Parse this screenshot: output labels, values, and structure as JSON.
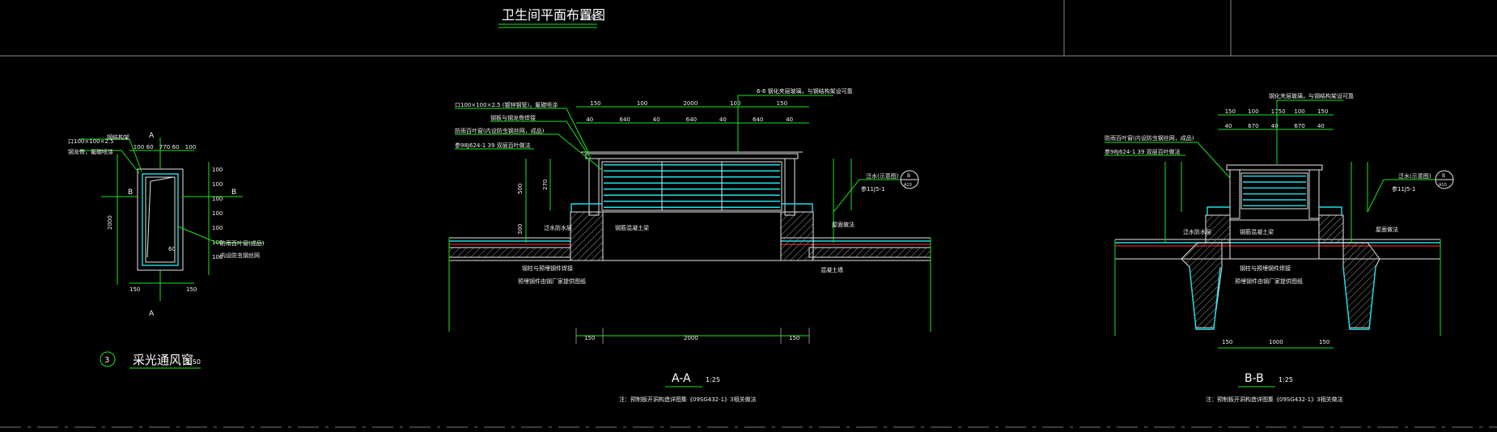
{
  "colors": {
    "background": "#000000",
    "line_green": "#19e619",
    "line_cyan": "#1fe0e8",
    "line_white": "#e6e6e6",
    "line_red": "#e02020"
  },
  "header": {
    "title": "卫生间平面布置图",
    "title_scale": "1:50"
  },
  "detail3": {
    "number": "3",
    "title": "采光通风窗",
    "scale": "1:50",
    "section_a_top": "A",
    "section_a_bottom": "A",
    "section_b_left": "B",
    "section_b_right": "B",
    "note_frame": "口100×100×2.5",
    "note_frame2": "钢结构架",
    "note_steel": "钢龙骨，氟碳喷涂",
    "note_louver1": "防雨百叶窗(成品)",
    "note_louver2": "内设防虫钢丝网",
    "dims_top": [
      "100",
      "60",
      "770",
      "60",
      "100"
    ],
    "dim_left": "2000",
    "dims_bottom": [
      "150",
      "",
      "150"
    ],
    "dims_right": [
      "100",
      "100",
      "100",
      "100",
      "100",
      "100",
      "100"
    ],
    "dim_inner": "60"
  },
  "sectionAA": {
    "label": "A-A",
    "scale": "1:25",
    "note_bottom": "注：预制板开洞构造详图集《09SG432-1》3相关做法",
    "dims_top1": [
      "150",
      "100",
      "2000",
      "100",
      "150"
    ],
    "dims_top2": [
      "40",
      "640",
      "40",
      "640",
      "40",
      "640",
      "40"
    ],
    "dims_bottom": [
      "150",
      "2000",
      "150"
    ],
    "dims_left": [
      "500",
      "270",
      "300"
    ],
    "callout_top_right": "6-6  钢化夹层玻璃，与钢结构架设可靠",
    "note_frame": "口100×100×2.5    (镀锌钢管)，氟碳喷涂",
    "note_steel": "钢板与钢龙骨焊接",
    "note_louver": "防雨百叶窗(内设防虫钢丝网，成品)",
    "note_ref": "参98J624-1    39 双层百叶做法",
    "note_waterproof": "混凝土墙",
    "note_side_left": "泛水防水层",
    "note_flashing": "钢筋混凝土梁",
    "note_bottom1": "钢柱与预埋钢件焊接",
    "note_bottom2": "预埋钢件由钢厂家提供图纸",
    "note_roof": "屋面做法",
    "circle_ref_top": "B",
    "circle_ref_bottom": "A10",
    "circle_text1": "泛水(示意图)",
    "circle_text2": "参11J5-1"
  },
  "sectionBB": {
    "label": "B-B",
    "scale": "1:25",
    "note_bottom": "注：预制板开洞构造详图集《09SG432-1》3相关做法",
    "dims_top1": [
      "150",
      "100",
      "1750",
      "100",
      "150"
    ],
    "dims_top2": [
      "40",
      "670",
      "40",
      "670",
      "40"
    ],
    "dims_bottom": [
      "150",
      "1000",
      "150"
    ],
    "callout_top": "钢化夹层玻璃，与钢结构架设可靠",
    "note_louver": "防雨百叶窗(内设防虫钢丝网，成品)",
    "note_ref": "参98J624-1    39 双层百叶做法",
    "note_side_left": "泛水防水层",
    "note_beam": "钢筋混凝土梁",
    "note_bottom1": "钢柱与预埋钢件焊接",
    "note_bottom2": "预埋钢件由钢厂家提供图纸",
    "note_roof": "屋面做法",
    "circle_ref_top": "B",
    "circle_ref_bottom": "A10",
    "circle_text1": "泛水(示意图)",
    "circle_text2": "参11J5-1"
  }
}
